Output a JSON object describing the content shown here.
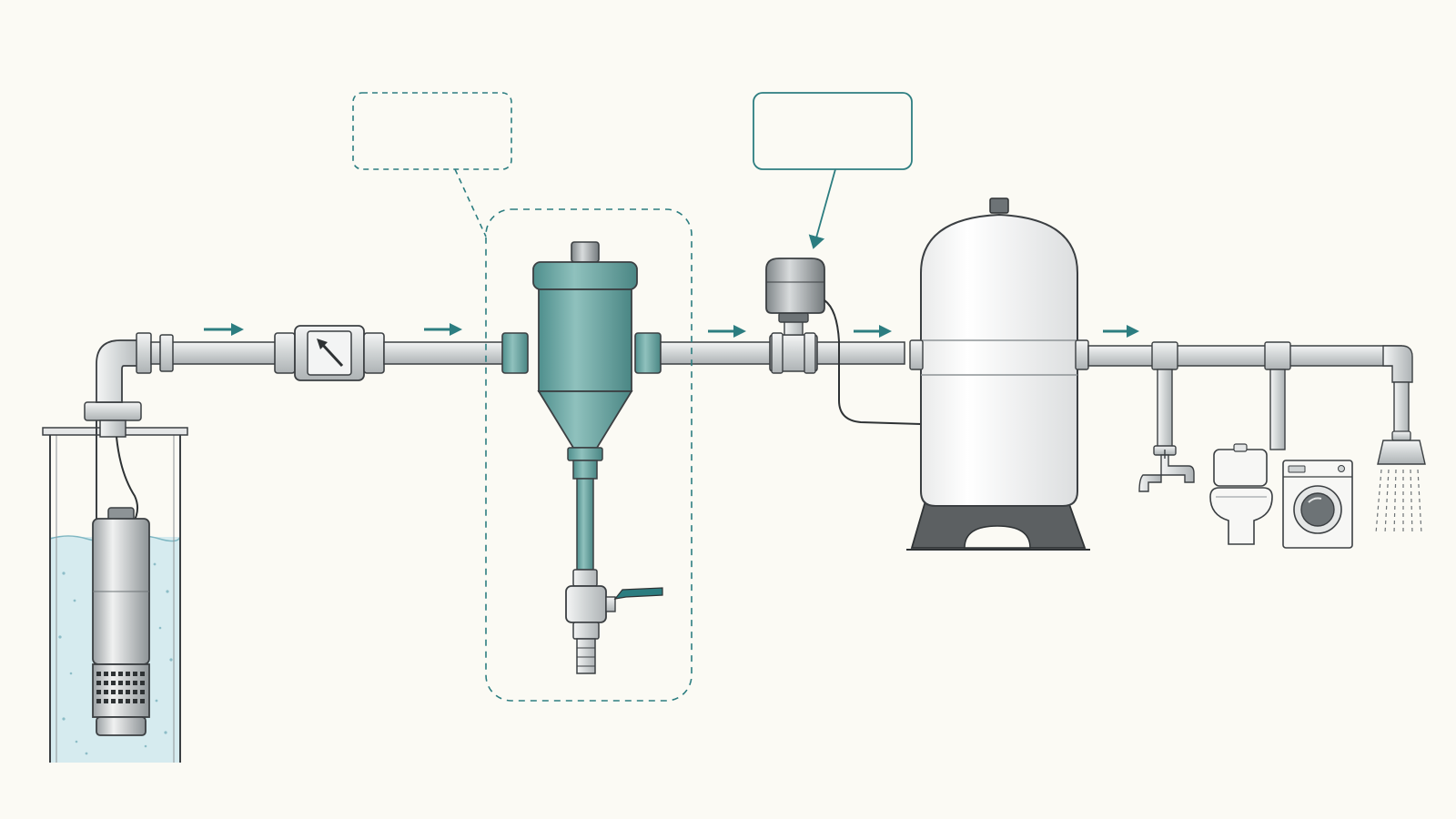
{
  "diagram": {
    "components": [
      {
        "id": "well-casing",
        "kind": "well"
      },
      {
        "id": "submersible-pump",
        "kind": "pump"
      },
      {
        "id": "check-valve",
        "kind": "valve"
      },
      {
        "id": "sediment-separator",
        "kind": "filter"
      },
      {
        "id": "drain-ball-valve",
        "kind": "valve"
      },
      {
        "id": "pressure-switch",
        "kind": "switch"
      },
      {
        "id": "pressure-tank",
        "kind": "tank"
      },
      {
        "id": "faucet",
        "kind": "fixture"
      },
      {
        "id": "toilet",
        "kind": "fixture"
      },
      {
        "id": "washing-machine",
        "kind": "appliance"
      },
      {
        "id": "shower-head",
        "kind": "fixture"
      }
    ],
    "callouts": {
      "separator": {
        "text": "",
        "style": "dashed"
      },
      "pressure_switch": {
        "text": "",
        "style": "solid"
      }
    },
    "flow_direction": "left-to-right",
    "colors": {
      "background": "#fbfaf4",
      "accent": "#2c7d80",
      "pipe": "#d9dcdd",
      "line": "#3b3f42",
      "separator_body": "#6fa7a4",
      "water": "#d6ebef",
      "tank": "#f7f7f5",
      "tank_base": "#5c6062"
    }
  }
}
